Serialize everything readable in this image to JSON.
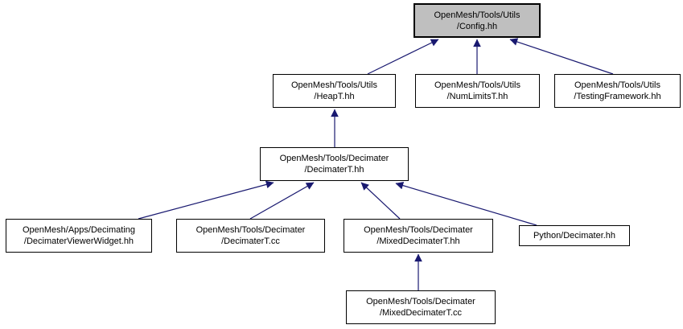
{
  "diagram": {
    "type": "include-dependency-graph",
    "colors": {
      "background": "#ffffff",
      "edge": "#191970",
      "node_border": "#000000",
      "node_fill": "#ffffff",
      "current_node_fill": "#bfbfbf",
      "text": "#000000"
    },
    "nodes": [
      {
        "id": "config-hh",
        "label_line1": "OpenMesh/Tools/Utils",
        "label_line2": "/Config.hh",
        "current": true
      },
      {
        "id": "heapt-hh",
        "label_line1": "OpenMesh/Tools/Utils",
        "label_line2": "/HeapT.hh",
        "current": false
      },
      {
        "id": "numlimitst-hh",
        "label_line1": "OpenMesh/Tools/Utils",
        "label_line2": "/NumLimitsT.hh",
        "current": false
      },
      {
        "id": "testingframework-hh",
        "label_line1": "OpenMesh/Tools/Utils",
        "label_line2": "/TestingFramework.hh",
        "current": false
      },
      {
        "id": "decimatert-hh",
        "label_line1": "OpenMesh/Tools/Decimater",
        "label_line2": "/DecimaterT.hh",
        "current": false
      },
      {
        "id": "decimaterviewerwidget-hh",
        "label_line1": "OpenMesh/Apps/Decimating",
        "label_line2": "/DecimaterViewerWidget.hh",
        "current": false
      },
      {
        "id": "decimatert-cc",
        "label_line1": "OpenMesh/Tools/Decimater",
        "label_line2": "/DecimaterT.cc",
        "current": false
      },
      {
        "id": "mixeddecimatert-hh",
        "label_line1": "OpenMesh/Tools/Decimater",
        "label_line2": "/MixedDecimaterT.hh",
        "current": false
      },
      {
        "id": "python-decimater-hh",
        "label_line1": "Python/Decimater.hh",
        "label_line2": "",
        "current": false
      },
      {
        "id": "mixeddecimatert-cc",
        "label_line1": "OpenMesh/Tools/Decimater",
        "label_line2": "/MixedDecimaterT.cc",
        "current": false
      }
    ],
    "edges": [
      {
        "from": "heapt-hh",
        "to": "config-hh"
      },
      {
        "from": "numlimitst-hh",
        "to": "config-hh"
      },
      {
        "from": "testingframework-hh",
        "to": "config-hh"
      },
      {
        "from": "decimatert-hh",
        "to": "heapt-hh"
      },
      {
        "from": "decimaterviewerwidget-hh",
        "to": "decimatert-hh"
      },
      {
        "from": "decimatert-cc",
        "to": "decimatert-hh"
      },
      {
        "from": "mixeddecimatert-hh",
        "to": "decimatert-hh"
      },
      {
        "from": "python-decimater-hh",
        "to": "decimatert-hh"
      },
      {
        "from": "mixeddecimatert-cc",
        "to": "mixeddecimatert-hh"
      }
    ]
  }
}
